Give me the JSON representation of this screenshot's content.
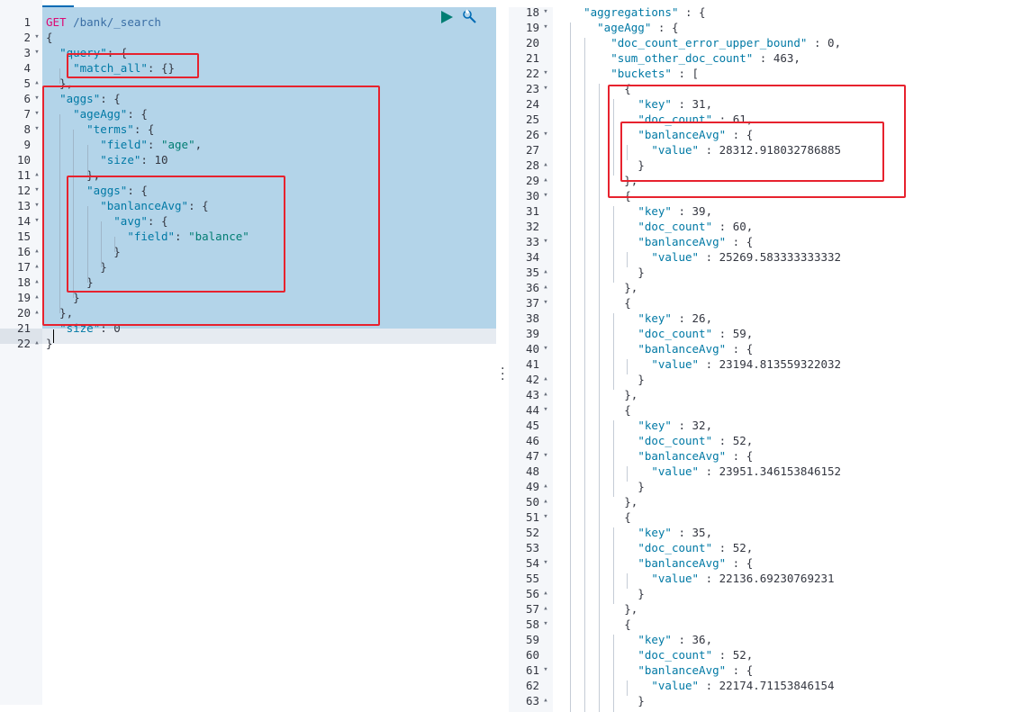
{
  "toolbar": {
    "run_icon": "play-icon",
    "settings_icon": "wrench-icon"
  },
  "colors": {
    "highlight_box": "#e7222e",
    "selection": "#b3d4e9",
    "key": "#0079a5",
    "string": "#017d73",
    "method": "#dd0a73"
  },
  "request": {
    "lines": [
      {
        "n": "1",
        "fold": "",
        "segs": [
          [
            "m",
            "GET"
          ],
          [
            "p",
            " "
          ],
          [
            "u",
            "/bank/_search"
          ]
        ]
      },
      {
        "n": "2",
        "fold": "▾",
        "segs": [
          [
            "p",
            "{"
          ]
        ]
      },
      {
        "n": "3",
        "fold": "▾",
        "segs": [
          [
            "p",
            "  "
          ],
          [
            "k",
            "\"query\""
          ],
          [
            "p",
            ": {"
          ]
        ]
      },
      {
        "n": "4",
        "fold": "",
        "segs": [
          [
            "p",
            "    "
          ],
          [
            "k",
            "\"match_all\""
          ],
          [
            "p",
            ": {}"
          ]
        ]
      },
      {
        "n": "5",
        "fold": "▴",
        "segs": [
          [
            "p",
            "  },"
          ]
        ]
      },
      {
        "n": "6",
        "fold": "▾",
        "segs": [
          [
            "p",
            "  "
          ],
          [
            "k",
            "\"aggs\""
          ],
          [
            "p",
            ": {"
          ]
        ]
      },
      {
        "n": "7",
        "fold": "▾",
        "segs": [
          [
            "p",
            "    "
          ],
          [
            "k",
            "\"ageAgg\""
          ],
          [
            "p",
            ": {"
          ]
        ]
      },
      {
        "n": "8",
        "fold": "▾",
        "segs": [
          [
            "p",
            "      "
          ],
          [
            "k",
            "\"terms\""
          ],
          [
            "p",
            ": {"
          ]
        ]
      },
      {
        "n": "9",
        "fold": "",
        "segs": [
          [
            "p",
            "        "
          ],
          [
            "k",
            "\"field\""
          ],
          [
            "p",
            ": "
          ],
          [
            "s",
            "\"age\""
          ],
          [
            "p",
            ","
          ]
        ]
      },
      {
        "n": "10",
        "fold": "",
        "segs": [
          [
            "p",
            "        "
          ],
          [
            "k",
            "\"size\""
          ],
          [
            "p",
            ": "
          ],
          [
            "n",
            "10"
          ]
        ]
      },
      {
        "n": "11",
        "fold": "▴",
        "segs": [
          [
            "p",
            "      },"
          ]
        ]
      },
      {
        "n": "12",
        "fold": "▾",
        "segs": [
          [
            "p",
            "      "
          ],
          [
            "k",
            "\"aggs\""
          ],
          [
            "p",
            ": {"
          ]
        ]
      },
      {
        "n": "13",
        "fold": "▾",
        "segs": [
          [
            "p",
            "        "
          ],
          [
            "k",
            "\"banlanceAvg\""
          ],
          [
            "p",
            ": {"
          ]
        ]
      },
      {
        "n": "14",
        "fold": "▾",
        "segs": [
          [
            "p",
            "          "
          ],
          [
            "k",
            "\"avg\""
          ],
          [
            "p",
            ": {"
          ]
        ]
      },
      {
        "n": "15",
        "fold": "",
        "segs": [
          [
            "p",
            "            "
          ],
          [
            "k",
            "\"field\""
          ],
          [
            "p",
            ": "
          ],
          [
            "s",
            "\"balance\""
          ]
        ]
      },
      {
        "n": "16",
        "fold": "▴",
        "segs": [
          [
            "p",
            "          }"
          ]
        ]
      },
      {
        "n": "17",
        "fold": "▴",
        "segs": [
          [
            "p",
            "        }"
          ]
        ]
      },
      {
        "n": "18",
        "fold": "▴",
        "segs": [
          [
            "p",
            "      }"
          ]
        ]
      },
      {
        "n": "19",
        "fold": "▴",
        "segs": [
          [
            "p",
            "    }"
          ]
        ]
      },
      {
        "n": "20",
        "fold": "▴",
        "segs": [
          [
            "p",
            "  },"
          ]
        ]
      },
      {
        "n": "21",
        "fold": "",
        "segs": [
          [
            "p",
            "  "
          ],
          [
            "k",
            "\"size\""
          ],
          [
            "p",
            ": "
          ],
          [
            "n",
            "0"
          ]
        ]
      },
      {
        "n": "22",
        "fold": "▴",
        "segs": [
          [
            "p",
            "}"
          ]
        ]
      }
    ]
  },
  "response": {
    "lines": [
      {
        "n": "18",
        "fold": "▾",
        "segs": [
          [
            "p",
            "    "
          ],
          [
            "rk",
            "\"aggregations\""
          ],
          [
            "p",
            " : {"
          ]
        ]
      },
      {
        "n": "19",
        "fold": "▾",
        "segs": [
          [
            "p",
            "      "
          ],
          [
            "rk",
            "\"ageAgg\""
          ],
          [
            "p",
            " : {"
          ]
        ]
      },
      {
        "n": "20",
        "fold": "",
        "segs": [
          [
            "p",
            "        "
          ],
          [
            "rk",
            "\"doc_count_error_upper_bound\""
          ],
          [
            "p",
            " : "
          ],
          [
            "rv",
            "0"
          ],
          [
            "p",
            ","
          ]
        ]
      },
      {
        "n": "21",
        "fold": "",
        "segs": [
          [
            "p",
            "        "
          ],
          [
            "rk",
            "\"sum_other_doc_count\""
          ],
          [
            "p",
            " : "
          ],
          [
            "rv",
            "463"
          ],
          [
            "p",
            ","
          ]
        ]
      },
      {
        "n": "22",
        "fold": "▾",
        "segs": [
          [
            "p",
            "        "
          ],
          [
            "rk",
            "\"buckets\""
          ],
          [
            "p",
            " : ["
          ]
        ]
      },
      {
        "n": "23",
        "fold": "▾",
        "segs": [
          [
            "p",
            "          {"
          ]
        ]
      },
      {
        "n": "24",
        "fold": "",
        "segs": [
          [
            "p",
            "            "
          ],
          [
            "rk",
            "\"key\""
          ],
          [
            "p",
            " : "
          ],
          [
            "rv",
            "31"
          ],
          [
            "p",
            ","
          ]
        ]
      },
      {
        "n": "25",
        "fold": "",
        "segs": [
          [
            "p",
            "            "
          ],
          [
            "rk",
            "\"doc_count\""
          ],
          [
            "p",
            " : "
          ],
          [
            "rv",
            "61"
          ],
          [
            "p",
            ","
          ]
        ]
      },
      {
        "n": "26",
        "fold": "▾",
        "segs": [
          [
            "p",
            "            "
          ],
          [
            "rk",
            "\"banlanceAvg\""
          ],
          [
            "p",
            " : {"
          ]
        ]
      },
      {
        "n": "27",
        "fold": "",
        "segs": [
          [
            "p",
            "              "
          ],
          [
            "rk",
            "\"value\""
          ],
          [
            "p",
            " : "
          ],
          [
            "rv",
            "28312.918032786885"
          ]
        ]
      },
      {
        "n": "28",
        "fold": "▴",
        "segs": [
          [
            "p",
            "            }"
          ]
        ]
      },
      {
        "n": "29",
        "fold": "▴",
        "segs": [
          [
            "p",
            "          },"
          ]
        ]
      },
      {
        "n": "30",
        "fold": "▾",
        "segs": [
          [
            "p",
            "          {"
          ]
        ]
      },
      {
        "n": "31",
        "fold": "",
        "segs": [
          [
            "p",
            "            "
          ],
          [
            "rk",
            "\"key\""
          ],
          [
            "p",
            " : "
          ],
          [
            "rv",
            "39"
          ],
          [
            "p",
            ","
          ]
        ]
      },
      {
        "n": "32",
        "fold": "",
        "segs": [
          [
            "p",
            "            "
          ],
          [
            "rk",
            "\"doc_count\""
          ],
          [
            "p",
            " : "
          ],
          [
            "rv",
            "60"
          ],
          [
            "p",
            ","
          ]
        ]
      },
      {
        "n": "33",
        "fold": "▾",
        "segs": [
          [
            "p",
            "            "
          ],
          [
            "rk",
            "\"banlanceAvg\""
          ],
          [
            "p",
            " : {"
          ]
        ]
      },
      {
        "n": "34",
        "fold": "",
        "segs": [
          [
            "p",
            "              "
          ],
          [
            "rk",
            "\"value\""
          ],
          [
            "p",
            " : "
          ],
          [
            "rv",
            "25269.583333333332"
          ]
        ]
      },
      {
        "n": "35",
        "fold": "▴",
        "segs": [
          [
            "p",
            "            }"
          ]
        ]
      },
      {
        "n": "36",
        "fold": "▴",
        "segs": [
          [
            "p",
            "          },"
          ]
        ]
      },
      {
        "n": "37",
        "fold": "▾",
        "segs": [
          [
            "p",
            "          {"
          ]
        ]
      },
      {
        "n": "38",
        "fold": "",
        "segs": [
          [
            "p",
            "            "
          ],
          [
            "rk",
            "\"key\""
          ],
          [
            "p",
            " : "
          ],
          [
            "rv",
            "26"
          ],
          [
            "p",
            ","
          ]
        ]
      },
      {
        "n": "39",
        "fold": "",
        "segs": [
          [
            "p",
            "            "
          ],
          [
            "rk",
            "\"doc_count\""
          ],
          [
            "p",
            " : "
          ],
          [
            "rv",
            "59"
          ],
          [
            "p",
            ","
          ]
        ]
      },
      {
        "n": "40",
        "fold": "▾",
        "segs": [
          [
            "p",
            "            "
          ],
          [
            "rk",
            "\"banlanceAvg\""
          ],
          [
            "p",
            " : {"
          ]
        ]
      },
      {
        "n": "41",
        "fold": "",
        "segs": [
          [
            "p",
            "              "
          ],
          [
            "rk",
            "\"value\""
          ],
          [
            "p",
            " : "
          ],
          [
            "rv",
            "23194.813559322032"
          ]
        ]
      },
      {
        "n": "42",
        "fold": "▴",
        "segs": [
          [
            "p",
            "            }"
          ]
        ]
      },
      {
        "n": "43",
        "fold": "▴",
        "segs": [
          [
            "p",
            "          },"
          ]
        ]
      },
      {
        "n": "44",
        "fold": "▾",
        "segs": [
          [
            "p",
            "          {"
          ]
        ]
      },
      {
        "n": "45",
        "fold": "",
        "segs": [
          [
            "p",
            "            "
          ],
          [
            "rk",
            "\"key\""
          ],
          [
            "p",
            " : "
          ],
          [
            "rv",
            "32"
          ],
          [
            "p",
            ","
          ]
        ]
      },
      {
        "n": "46",
        "fold": "",
        "segs": [
          [
            "p",
            "            "
          ],
          [
            "rk",
            "\"doc_count\""
          ],
          [
            "p",
            " : "
          ],
          [
            "rv",
            "52"
          ],
          [
            "p",
            ","
          ]
        ]
      },
      {
        "n": "47",
        "fold": "▾",
        "segs": [
          [
            "p",
            "            "
          ],
          [
            "rk",
            "\"banlanceAvg\""
          ],
          [
            "p",
            " : {"
          ]
        ]
      },
      {
        "n": "48",
        "fold": "",
        "segs": [
          [
            "p",
            "              "
          ],
          [
            "rk",
            "\"value\""
          ],
          [
            "p",
            " : "
          ],
          [
            "rv",
            "23951.346153846152"
          ]
        ]
      },
      {
        "n": "49",
        "fold": "▴",
        "segs": [
          [
            "p",
            "            }"
          ]
        ]
      },
      {
        "n": "50",
        "fold": "▴",
        "segs": [
          [
            "p",
            "          },"
          ]
        ]
      },
      {
        "n": "51",
        "fold": "▾",
        "segs": [
          [
            "p",
            "          {"
          ]
        ]
      },
      {
        "n": "52",
        "fold": "",
        "segs": [
          [
            "p",
            "            "
          ],
          [
            "rk",
            "\"key\""
          ],
          [
            "p",
            " : "
          ],
          [
            "rv",
            "35"
          ],
          [
            "p",
            ","
          ]
        ]
      },
      {
        "n": "53",
        "fold": "",
        "segs": [
          [
            "p",
            "            "
          ],
          [
            "rk",
            "\"doc_count\""
          ],
          [
            "p",
            " : "
          ],
          [
            "rv",
            "52"
          ],
          [
            "p",
            ","
          ]
        ]
      },
      {
        "n": "54",
        "fold": "▾",
        "segs": [
          [
            "p",
            "            "
          ],
          [
            "rk",
            "\"banlanceAvg\""
          ],
          [
            "p",
            " : {"
          ]
        ]
      },
      {
        "n": "55",
        "fold": "",
        "segs": [
          [
            "p",
            "              "
          ],
          [
            "rk",
            "\"value\""
          ],
          [
            "p",
            " : "
          ],
          [
            "rv",
            "22136.69230769231"
          ]
        ]
      },
      {
        "n": "56",
        "fold": "▴",
        "segs": [
          [
            "p",
            "            }"
          ]
        ]
      },
      {
        "n": "57",
        "fold": "▴",
        "segs": [
          [
            "p",
            "          },"
          ]
        ]
      },
      {
        "n": "58",
        "fold": "▾",
        "segs": [
          [
            "p",
            "          {"
          ]
        ]
      },
      {
        "n": "59",
        "fold": "",
        "segs": [
          [
            "p",
            "            "
          ],
          [
            "rk",
            "\"key\""
          ],
          [
            "p",
            " : "
          ],
          [
            "rv",
            "36"
          ],
          [
            "p",
            ","
          ]
        ]
      },
      {
        "n": "60",
        "fold": "",
        "segs": [
          [
            "p",
            "            "
          ],
          [
            "rk",
            "\"doc_count\""
          ],
          [
            "p",
            " : "
          ],
          [
            "rv",
            "52"
          ],
          [
            "p",
            ","
          ]
        ]
      },
      {
        "n": "61",
        "fold": "▾",
        "segs": [
          [
            "p",
            "            "
          ],
          [
            "rk",
            "\"banlanceAvg\""
          ],
          [
            "p",
            " : {"
          ]
        ]
      },
      {
        "n": "62",
        "fold": "",
        "segs": [
          [
            "p",
            "              "
          ],
          [
            "rk",
            "\"value\""
          ],
          [
            "p",
            " : "
          ],
          [
            "rv",
            "22174.71153846154"
          ]
        ]
      },
      {
        "n": "63",
        "fold": "▴",
        "segs": [
          [
            "p",
            "            }"
          ]
        ]
      }
    ]
  }
}
